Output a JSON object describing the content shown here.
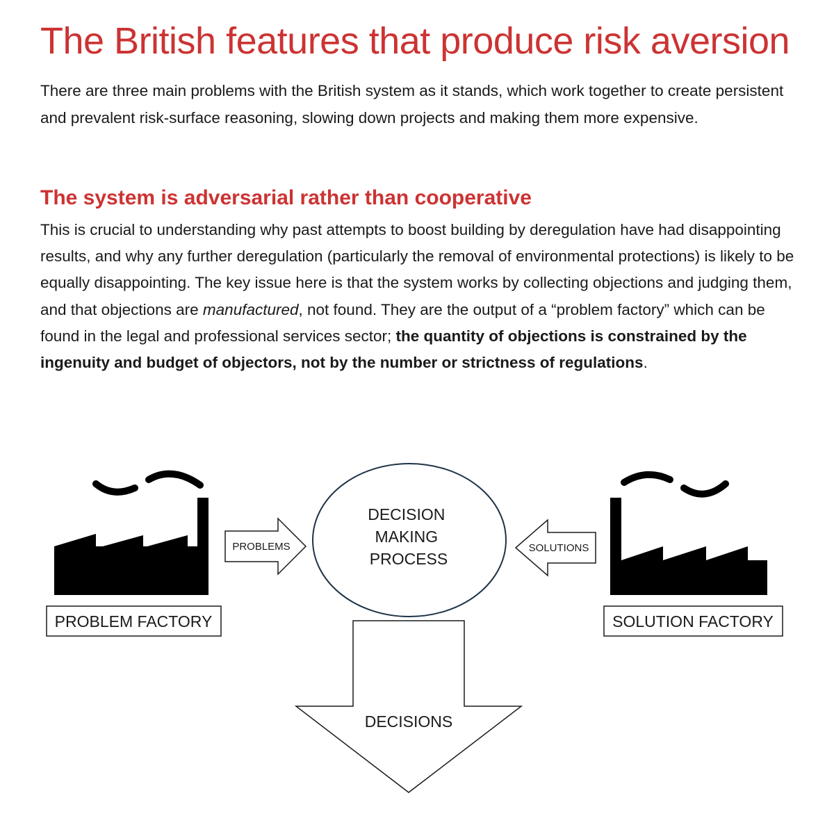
{
  "document": {
    "title": "The British features that produce risk aversion",
    "intro": "There are three main problems with the British system as it stands, which work together to create persistent and prevalent risk-surface reasoning, slowing down projects and making them more expensive.",
    "section": {
      "heading": "The system is adversarial rather than cooperative",
      "paragraph": {
        "part1": "This is crucial to understanding why past attempts to boost building by deregulation have had disappointing results, and why any further deregulation (particularly the removal of environmental protections) is likely to be equally disappointing. The key issue here is that the system works by collecting objections and judging them, and that objections are ",
        "emphasis": "manufactured",
        "part2": ", not found. They are the output of a “problem factory” which can be found in the legal and professional services sector; ",
        "bold": "the quantity of objections is constrained by the ingenuity and budget of objectors, not by the number or strictness of regulations",
        "part3": "."
      }
    }
  },
  "diagram": {
    "left_factory_label": "PROBLEM FACTORY",
    "right_factory_label": "SOLUTION FACTORY",
    "left_arrow_label": "PROBLEMS",
    "right_arrow_label": "SOLUTIONS",
    "center_lines": [
      "DECISION",
      "MAKING",
      "PROCESS"
    ],
    "bottom_arrow_label": "DECISIONS",
    "icons": {
      "left": "factory-icon",
      "right": "factory-icon"
    },
    "colors": {
      "heading_red": "#cc3333",
      "circle_stroke": "#1f3347"
    }
  }
}
